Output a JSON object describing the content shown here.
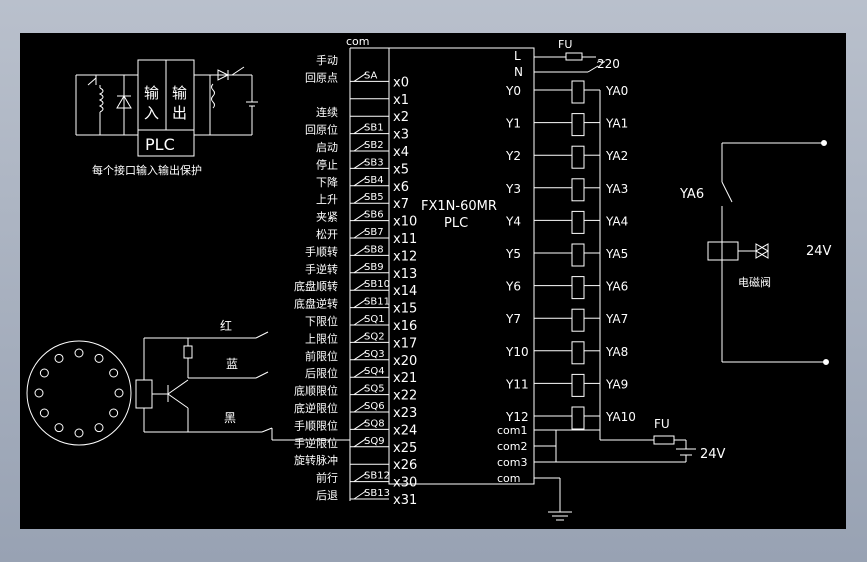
{
  "colors": {
    "background": "#000000",
    "line": "#ffffff",
    "frame": "#a7b0bf"
  },
  "protection": {
    "in_top": "输",
    "in_bottom": "入",
    "out_top": "输",
    "out_bottom": "出",
    "plc": "PLC",
    "caption": "每个接口输入输出保护"
  },
  "plc": {
    "model": "FX1N-60MR",
    "name": "PLC",
    "com_top": "com",
    "L": "L",
    "N": "N",
    "fuse": "FU",
    "voltage": "220",
    "com_right": [
      "com1",
      "com2",
      "com3",
      "com"
    ]
  },
  "inputs": [
    {
      "label": "手动",
      "contact": "",
      "port": ""
    },
    {
      "label": "回原点",
      "contact": "SA",
      "port": "x0"
    },
    {
      "label": "",
      "contact": "",
      "port": "x1"
    },
    {
      "label": "连续",
      "contact": "",
      "port": "x2"
    },
    {
      "label": "回原位",
      "contact": "SB1",
      "port": "x3"
    },
    {
      "label": "启动",
      "contact": "SB2",
      "port": "x4"
    },
    {
      "label": "停止",
      "contact": "SB3",
      "port": "x5"
    },
    {
      "label": "下降",
      "contact": "SB4",
      "port": "x6"
    },
    {
      "label": "上升",
      "contact": "SB5",
      "port": "x7"
    },
    {
      "label": "夹紧",
      "contact": "SB6",
      "port": "x10"
    },
    {
      "label": "松开",
      "contact": "SB7",
      "port": "x11"
    },
    {
      "label": "手顺转",
      "contact": "SB8",
      "port": "x12"
    },
    {
      "label": "手逆转",
      "contact": "SB9",
      "port": "x13"
    },
    {
      "label": "底盘顺转",
      "contact": "SB10",
      "port": "x14"
    },
    {
      "label": "底盘逆转",
      "contact": "SB11",
      "port": "x15"
    },
    {
      "label": "下限位",
      "contact": "SQ1",
      "port": "x16"
    },
    {
      "label": "上限位",
      "contact": "SQ2",
      "port": "x17"
    },
    {
      "label": "前限位",
      "contact": "SQ3",
      "port": "x20"
    },
    {
      "label": "后限位",
      "contact": "SQ4",
      "port": "x21"
    },
    {
      "label": "底顺限位",
      "contact": "SQ5",
      "port": "x22"
    },
    {
      "label": "底逆限位",
      "contact": "SQ6",
      "port": "x23"
    },
    {
      "label": "手顺限位",
      "contact": "SQ8",
      "port": "x24"
    },
    {
      "label": "手逆限位",
      "contact": "SQ9",
      "port": "x25"
    },
    {
      "label": "旋转脉冲",
      "contact": "",
      "port": "x26"
    },
    {
      "label": "前行",
      "contact": "SB12",
      "port": "x30"
    },
    {
      "label": "后退",
      "contact": "SB13",
      "port": "x31"
    }
  ],
  "outputs": [
    {
      "port": "Y0",
      "coil": "YA0"
    },
    {
      "port": "Y1",
      "coil": "YA1"
    },
    {
      "port": "Y2",
      "coil": "YA2"
    },
    {
      "port": "Y3",
      "coil": "YA3"
    },
    {
      "port": "Y4",
      "coil": "YA4"
    },
    {
      "port": "Y5",
      "coil": "YA5"
    },
    {
      "port": "Y6",
      "coil": "YA6"
    },
    {
      "port": "Y7",
      "coil": "YA7"
    },
    {
      "port": "Y10",
      "coil": "YA8"
    },
    {
      "port": "Y11",
      "coil": "YA9"
    },
    {
      "port": "Y12",
      "coil": "YA10"
    }
  ],
  "dc_supply": {
    "fuse": "FU",
    "voltage": "24V"
  },
  "valve": {
    "contact": "YA6",
    "name": "电磁阀",
    "voltage": "24V"
  },
  "sensor": {
    "red": "红",
    "blue": "蓝",
    "black": "黑"
  }
}
